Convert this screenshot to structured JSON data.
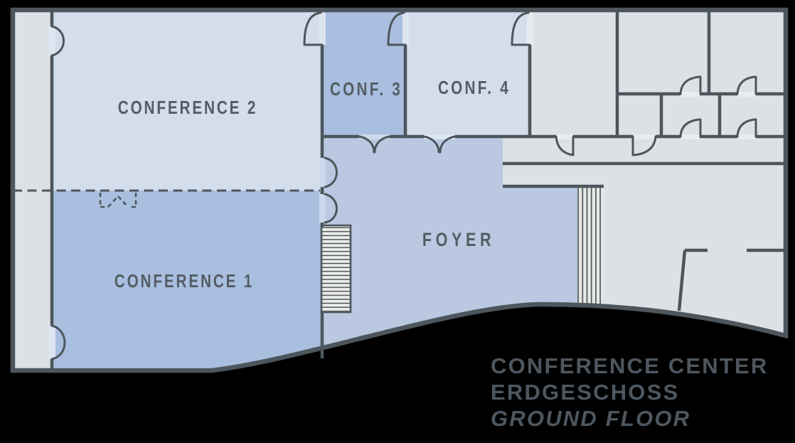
{
  "plan": {
    "wall_color": "#4d565c",
    "label_color": "#535d64",
    "service_fill": "#dde1e5",
    "stair_fill": "#ecede8",
    "stair_strip_fill": "#e6e8e4",
    "door_tints": {
      "blue_light": "#dde5f1",
      "blue_mid": "#ccd8ea",
      "gray": "#e9ecef"
    },
    "rooms": {
      "conference2": {
        "label": "CONFERENCE 2",
        "fill": "#d3ddeb"
      },
      "conference1": {
        "label": "CONFERENCE 1",
        "fill": "#a9bfdf"
      },
      "conf3": {
        "label": "CONF. 3",
        "fill": "#a9bfdf"
      },
      "conf4": {
        "label": "CONF. 4",
        "fill": "#d3ddeb"
      },
      "foyer": {
        "label": "FOYER",
        "fill": "#bac9e1"
      }
    }
  },
  "title": {
    "line1": "CONFERENCE CENTER",
    "line2": "ERDGESCHOSS",
    "line3": "GROUND FLOOR",
    "color": "#4e575f"
  }
}
